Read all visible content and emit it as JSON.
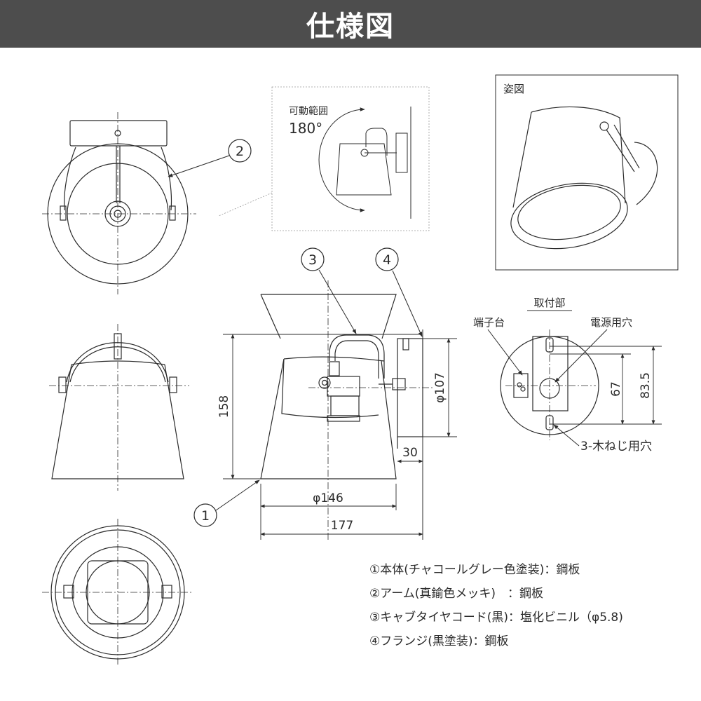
{
  "title": "仕様図",
  "views": {
    "range_label": "可動範囲",
    "range_angle": "180°",
    "perspective_label": "姿図",
    "mount_label": "取付部",
    "terminal_label": "端子台",
    "power_hole_label": "電源用穴",
    "screw_holes_label": "3-木ねじ用穴"
  },
  "callouts": [
    "1",
    "2",
    "3",
    "4"
  ],
  "dimensions": {
    "height": "158",
    "shade_diameter": "φ146",
    "total_depth": "177",
    "flange_diameter": "φ107",
    "flange_depth": "30",
    "hole_pitch_67": "67",
    "hole_pitch_83_5": "83.5"
  },
  "legend": [
    "①本体(チャコールグレー色塗装)：鋼板",
    "②アーム(真鍮色メッキ)　：鋼板",
    "③キャブタイヤコード(黒)：塩化ビニル（φ5.8)",
    "④フランジ(黒塗装)：鋼板"
  ],
  "colors": {
    "header_bg": "#4d4d4d",
    "line": "#2b2b2b"
  }
}
